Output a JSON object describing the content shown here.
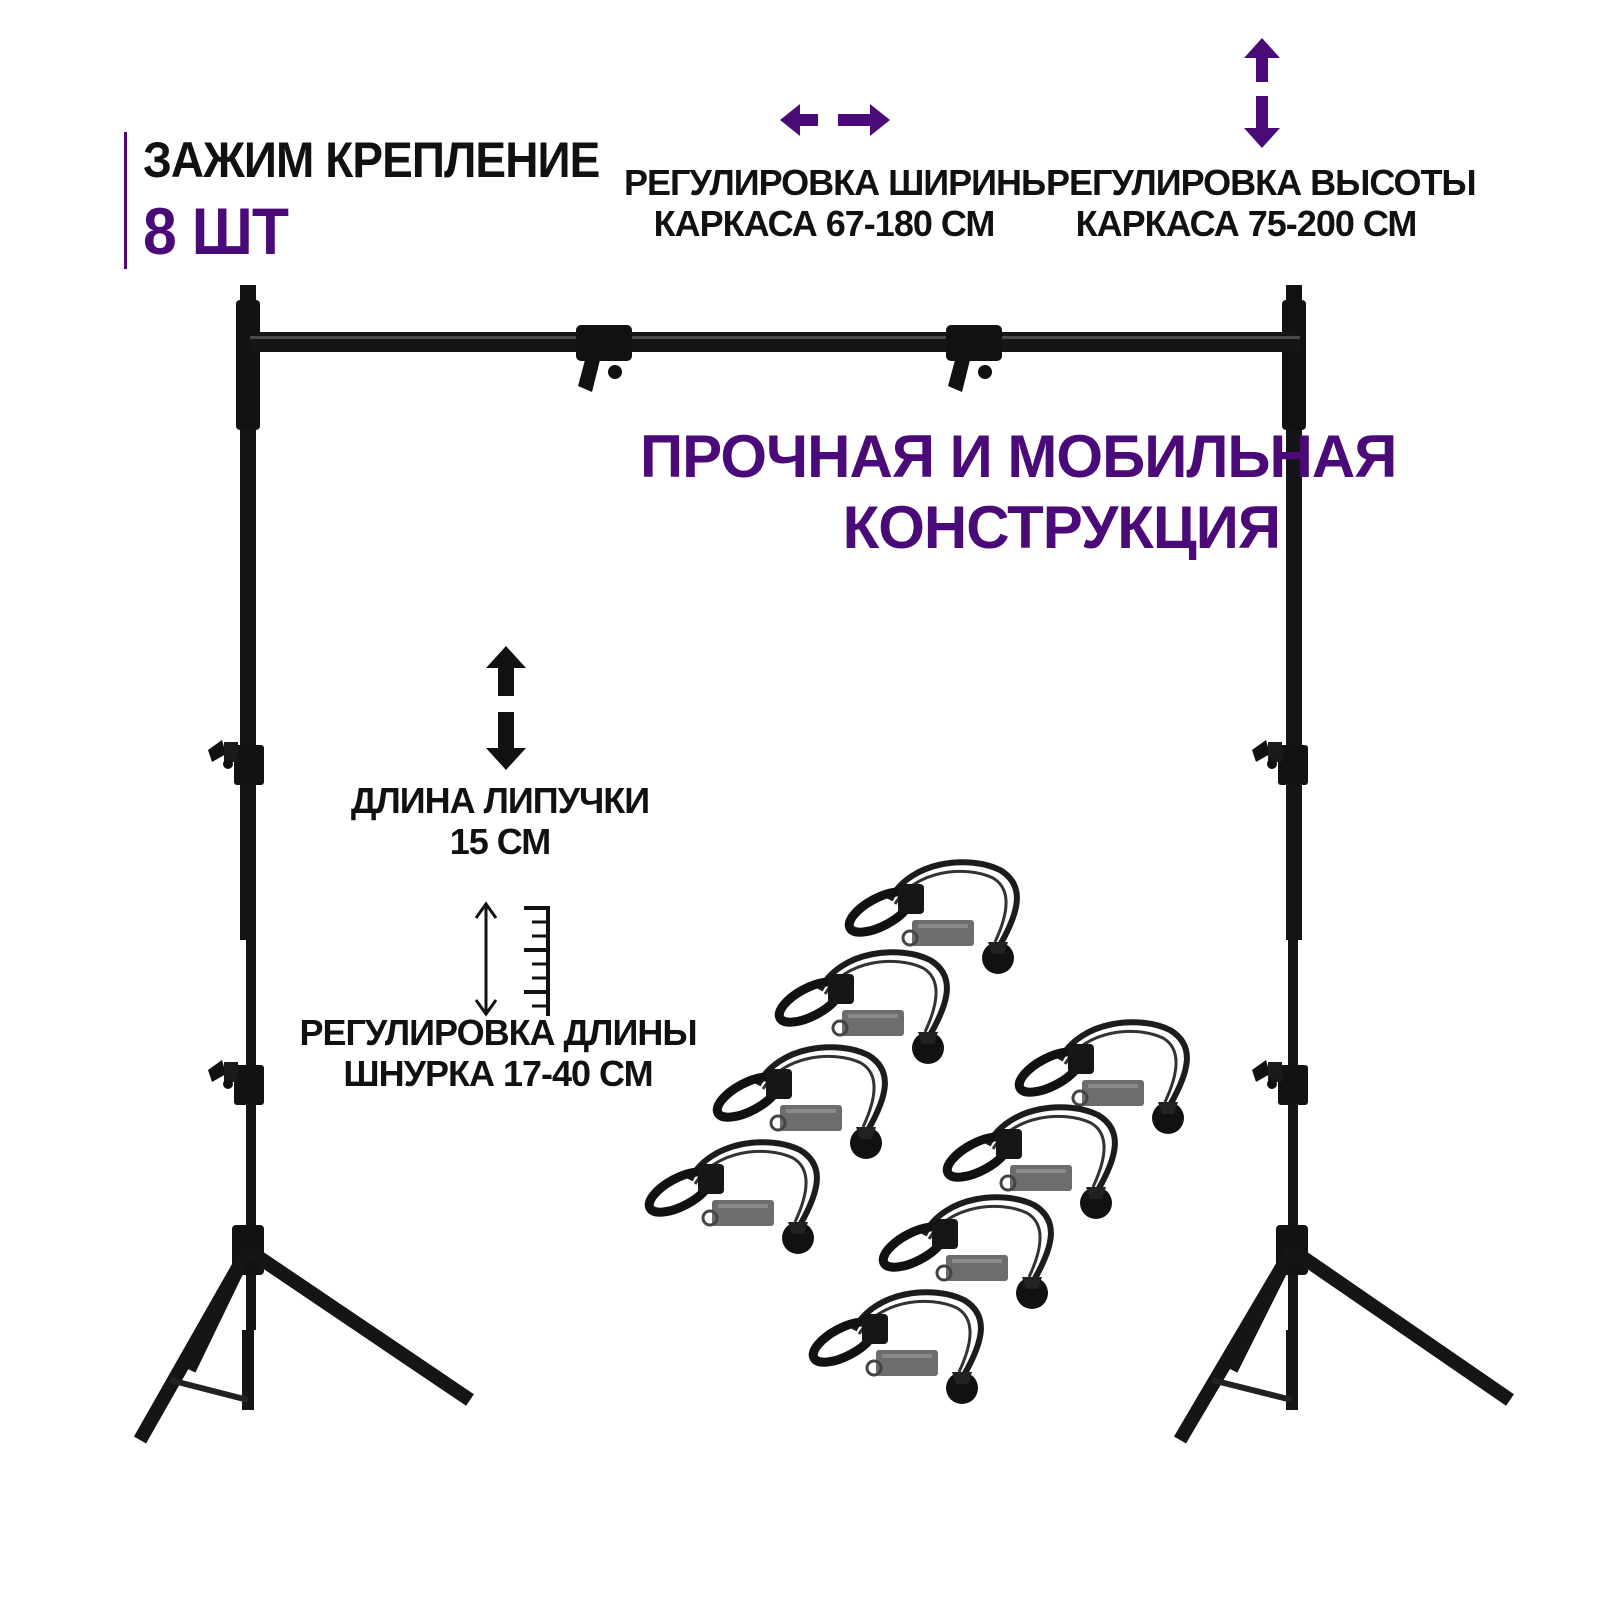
{
  "clamp": {
    "title": "ЗАЖИМ КРЕПЛЕНИЕ",
    "count": "8 ШТ"
  },
  "width_adjust": {
    "line1": "РЕГУЛИРОВКА ШИРИНЫ",
    "line2": "КАРКАСА 67-180 СМ"
  },
  "height_adjust": {
    "line1": "РЕГУЛИРОВКА ВЫСОТЫ",
    "line2": "КАРКАСА 75-200 СМ"
  },
  "feature": {
    "line1": "ПРОЧНАЯ И МОБИЛЬНАЯ",
    "line2": "КОНСТРУКЦИЯ"
  },
  "velcro": {
    "line1": "ДЛИНА ЛИПУЧКИ",
    "line2": "15 СМ"
  },
  "cord": {
    "line1": "РЕГУЛИРОВКА ДЛИНЫ",
    "line2": "ШНУРКА 17-40 СМ"
  },
  "icons": [
    "horizontal-double-arrow-icon",
    "vertical-double-arrow-icon",
    "ruler-icon"
  ],
  "colors": {
    "accent": "#4a0a78",
    "text": "#111111",
    "metal": "#151515",
    "clip": "#6d6d6d"
  }
}
